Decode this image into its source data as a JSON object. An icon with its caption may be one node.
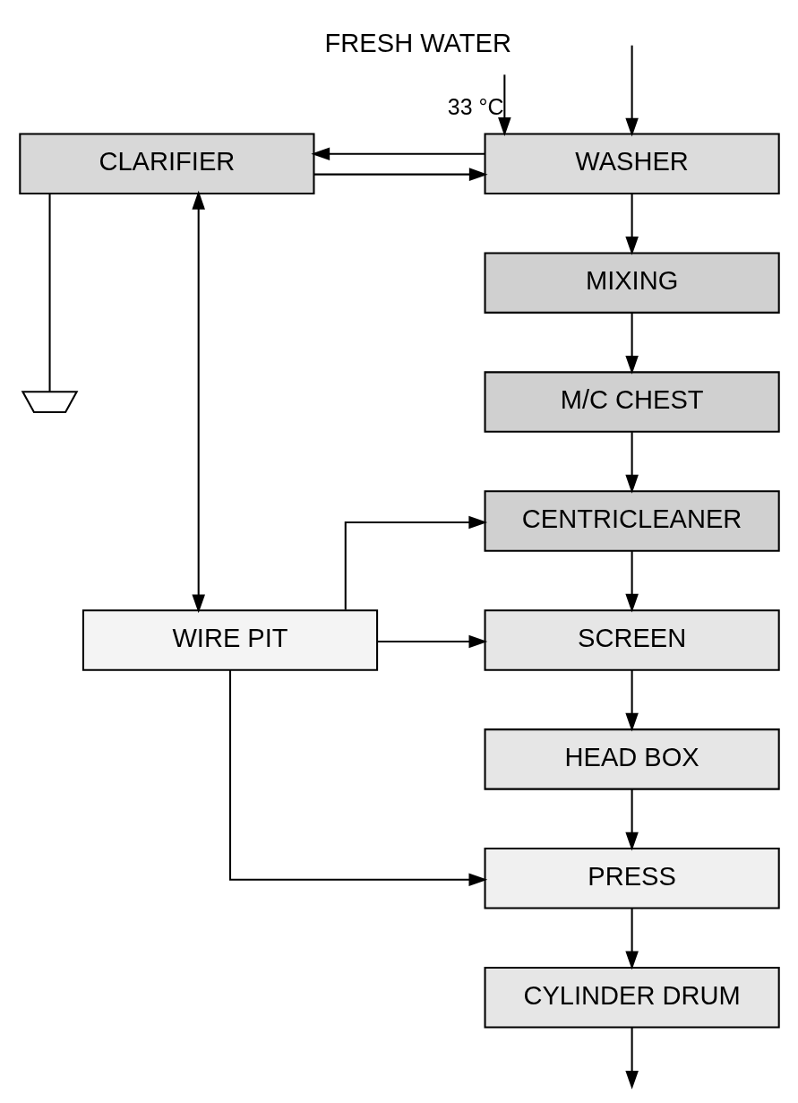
{
  "diagram": {
    "nodes": [
      {
        "text": [
          "WASHER"
        ]
      },
      {
        "text": [
          "MIXING"
        ]
      },
      {
        "text": [
          "M/C CHEST"
        ]
      },
      {
        "text": [
          "CENTRICLEANER"
        ]
      },
      {
        "text": [
          "SCREEN"
        ]
      },
      {
        "text": [
          "HEAD BOX"
        ]
      },
      {
        "text": [
          "PRESS"
        ]
      },
      {
        "text": [
          "CYLINDER DRUM"
        ]
      },
      {
        "text": [
          "CLARIFIER"
        ]
      },
      {
        "text": [
          "WIRE PIT"
        ]
      },
      {
        "text": [
          "FRESH WATER"
        ]
      },
      {
        "text": [],
        "shape": "ground"
      }
    ],
    "edges": [
      {
        "from": null,
        "to": 0,
        "arrow": "to"
      },
      {
        "from": 0,
        "to": 1,
        "arrow": "to"
      },
      {
        "from": 1,
        "to": 2,
        "arrow": "to"
      },
      {
        "from": 2,
        "to": 3,
        "arrow": "to"
      },
      {
        "from": 3,
        "to": 4,
        "arrow": "to"
      },
      {
        "from": 4,
        "to": 5,
        "arrow": "to"
      },
      {
        "from": 5,
        "to": 6,
        "arrow": "to"
      },
      {
        "from": 6,
        "to": 7,
        "arrow": "to"
      },
      {
        "from": 7,
        "to": null,
        "arrow": "to"
      },
      {
        "from": 10,
        "to": 0,
        "arrow": "to",
        "label": "33 °C"
      },
      {
        "from": 8,
        "to": 0,
        "arrow": "to"
      },
      {
        "from": 0,
        "to": 8,
        "arrow": "to"
      },
      {
        "from": 8,
        "to": 11,
        "arrow": "none"
      },
      {
        "from": 9,
        "to": 8,
        "arrow": "both"
      },
      {
        "from": 9,
        "to": 3,
        "arrow": "to"
      },
      {
        "from": 9,
        "to": 4,
        "arrow": "to"
      },
      {
        "from": 9,
        "to": 6,
        "arrow": "to"
      }
    ]
  }
}
